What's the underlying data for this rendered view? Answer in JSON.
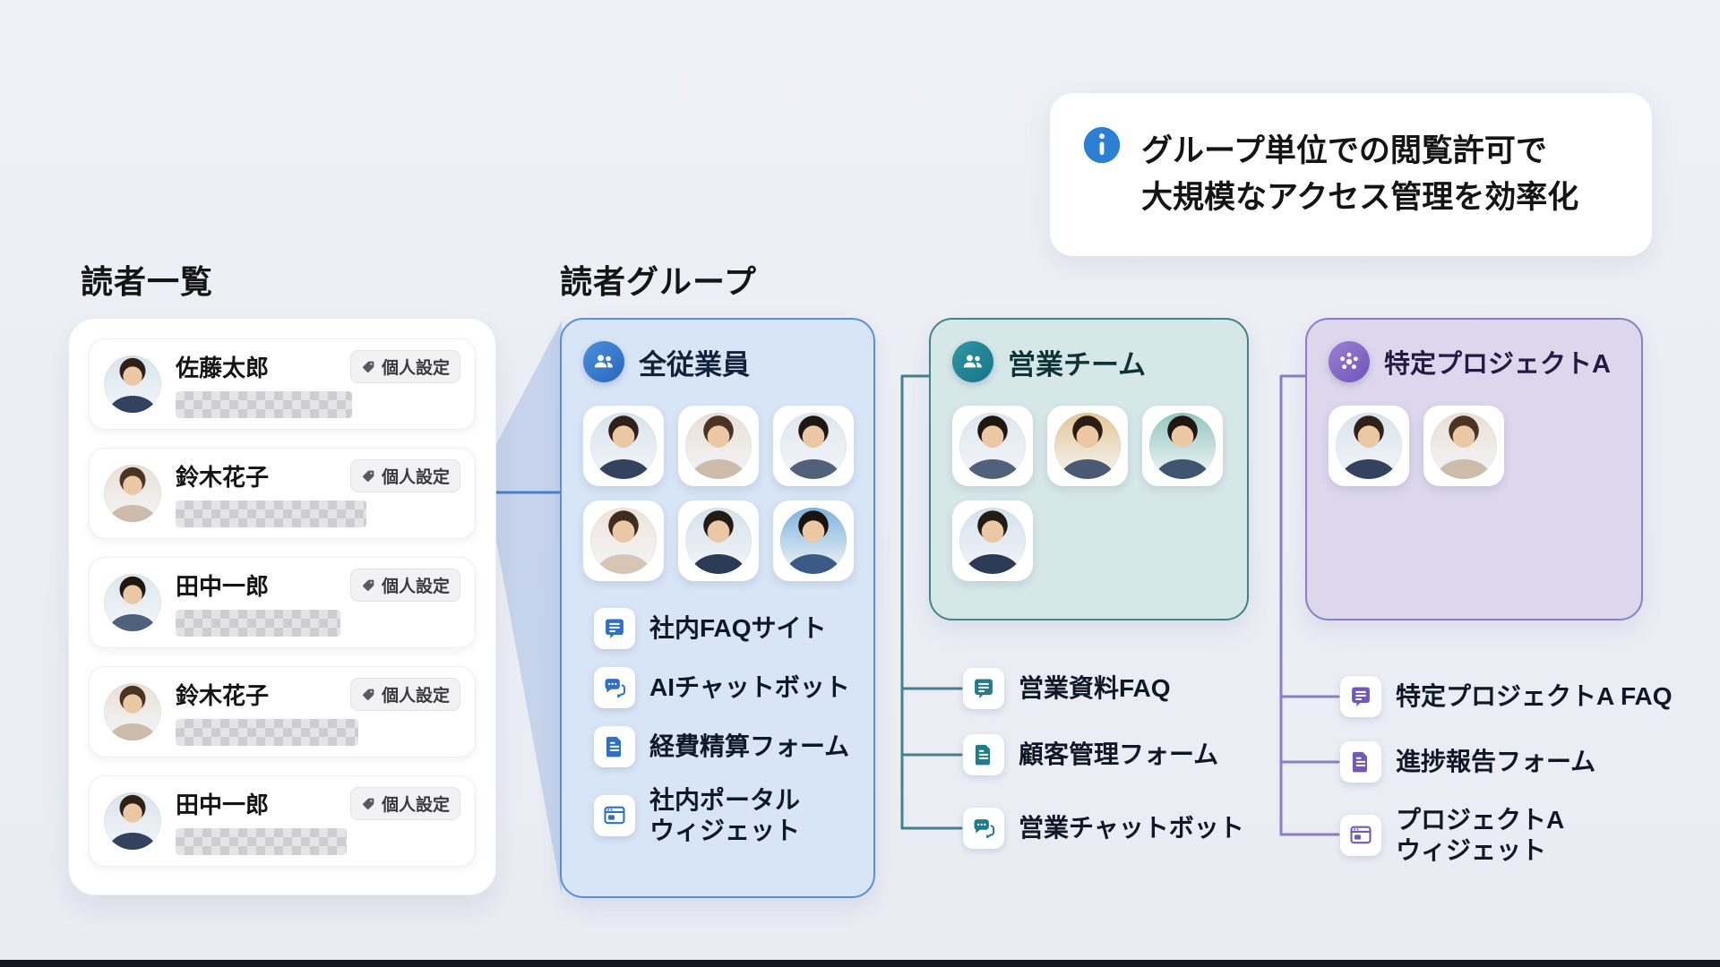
{
  "colors": {
    "accent_blue": "#4a7fd0",
    "accent_teal": "#43828d",
    "accent_purple": "#8b7ec6",
    "info_blue": "#2b7fd4"
  },
  "info_callout": {
    "icon": "info-icon",
    "line1": "グループ単位での閲覧許可で",
    "line2": "大規模なアクセス管理を効率化"
  },
  "readers": {
    "heading": "読者一覧",
    "badge_label": "個人設定",
    "badge_icon": "tag-icon",
    "items": [
      {
        "name": "佐藤太郎"
      },
      {
        "name": "鈴木花子"
      },
      {
        "name": "田中一郎"
      },
      {
        "name": "鈴木花子"
      },
      {
        "name": "田中一郎"
      }
    ]
  },
  "groups_heading": "読者グループ",
  "groups": [
    {
      "name": "全従業員",
      "icon": "people-icon",
      "member_count": 6,
      "resources": [
        {
          "icon": "faq-doc-icon",
          "label": "社内FAQサイト"
        },
        {
          "icon": "chat-icon",
          "label": "AIチャットボット"
        },
        {
          "icon": "form-icon",
          "label": "経費精算フォーム"
        },
        {
          "icon": "widget-icon",
          "label": "社内ポータル",
          "label2": "ウィジェット"
        }
      ]
    },
    {
      "name": "営業チーム",
      "icon": "people-icon",
      "member_count": 4,
      "resources": [
        {
          "icon": "faq-doc-icon",
          "label": "営業資料FAQ"
        },
        {
          "icon": "form-icon",
          "label": "顧客管理フォーム"
        },
        {
          "icon": "chat-icon",
          "label": "営業チャットボット"
        }
      ]
    },
    {
      "name": "特定プロジェクトA",
      "icon": "cluster-icon",
      "member_count": 2,
      "resources": [
        {
          "icon": "faq-doc-icon",
          "label": "特定プロジェクトA FAQ"
        },
        {
          "icon": "form-icon",
          "label": "進捗報告フォーム"
        },
        {
          "icon": "widget-icon",
          "label": "プロジェクトA",
          "label2": "ウィジェット"
        }
      ]
    }
  ]
}
